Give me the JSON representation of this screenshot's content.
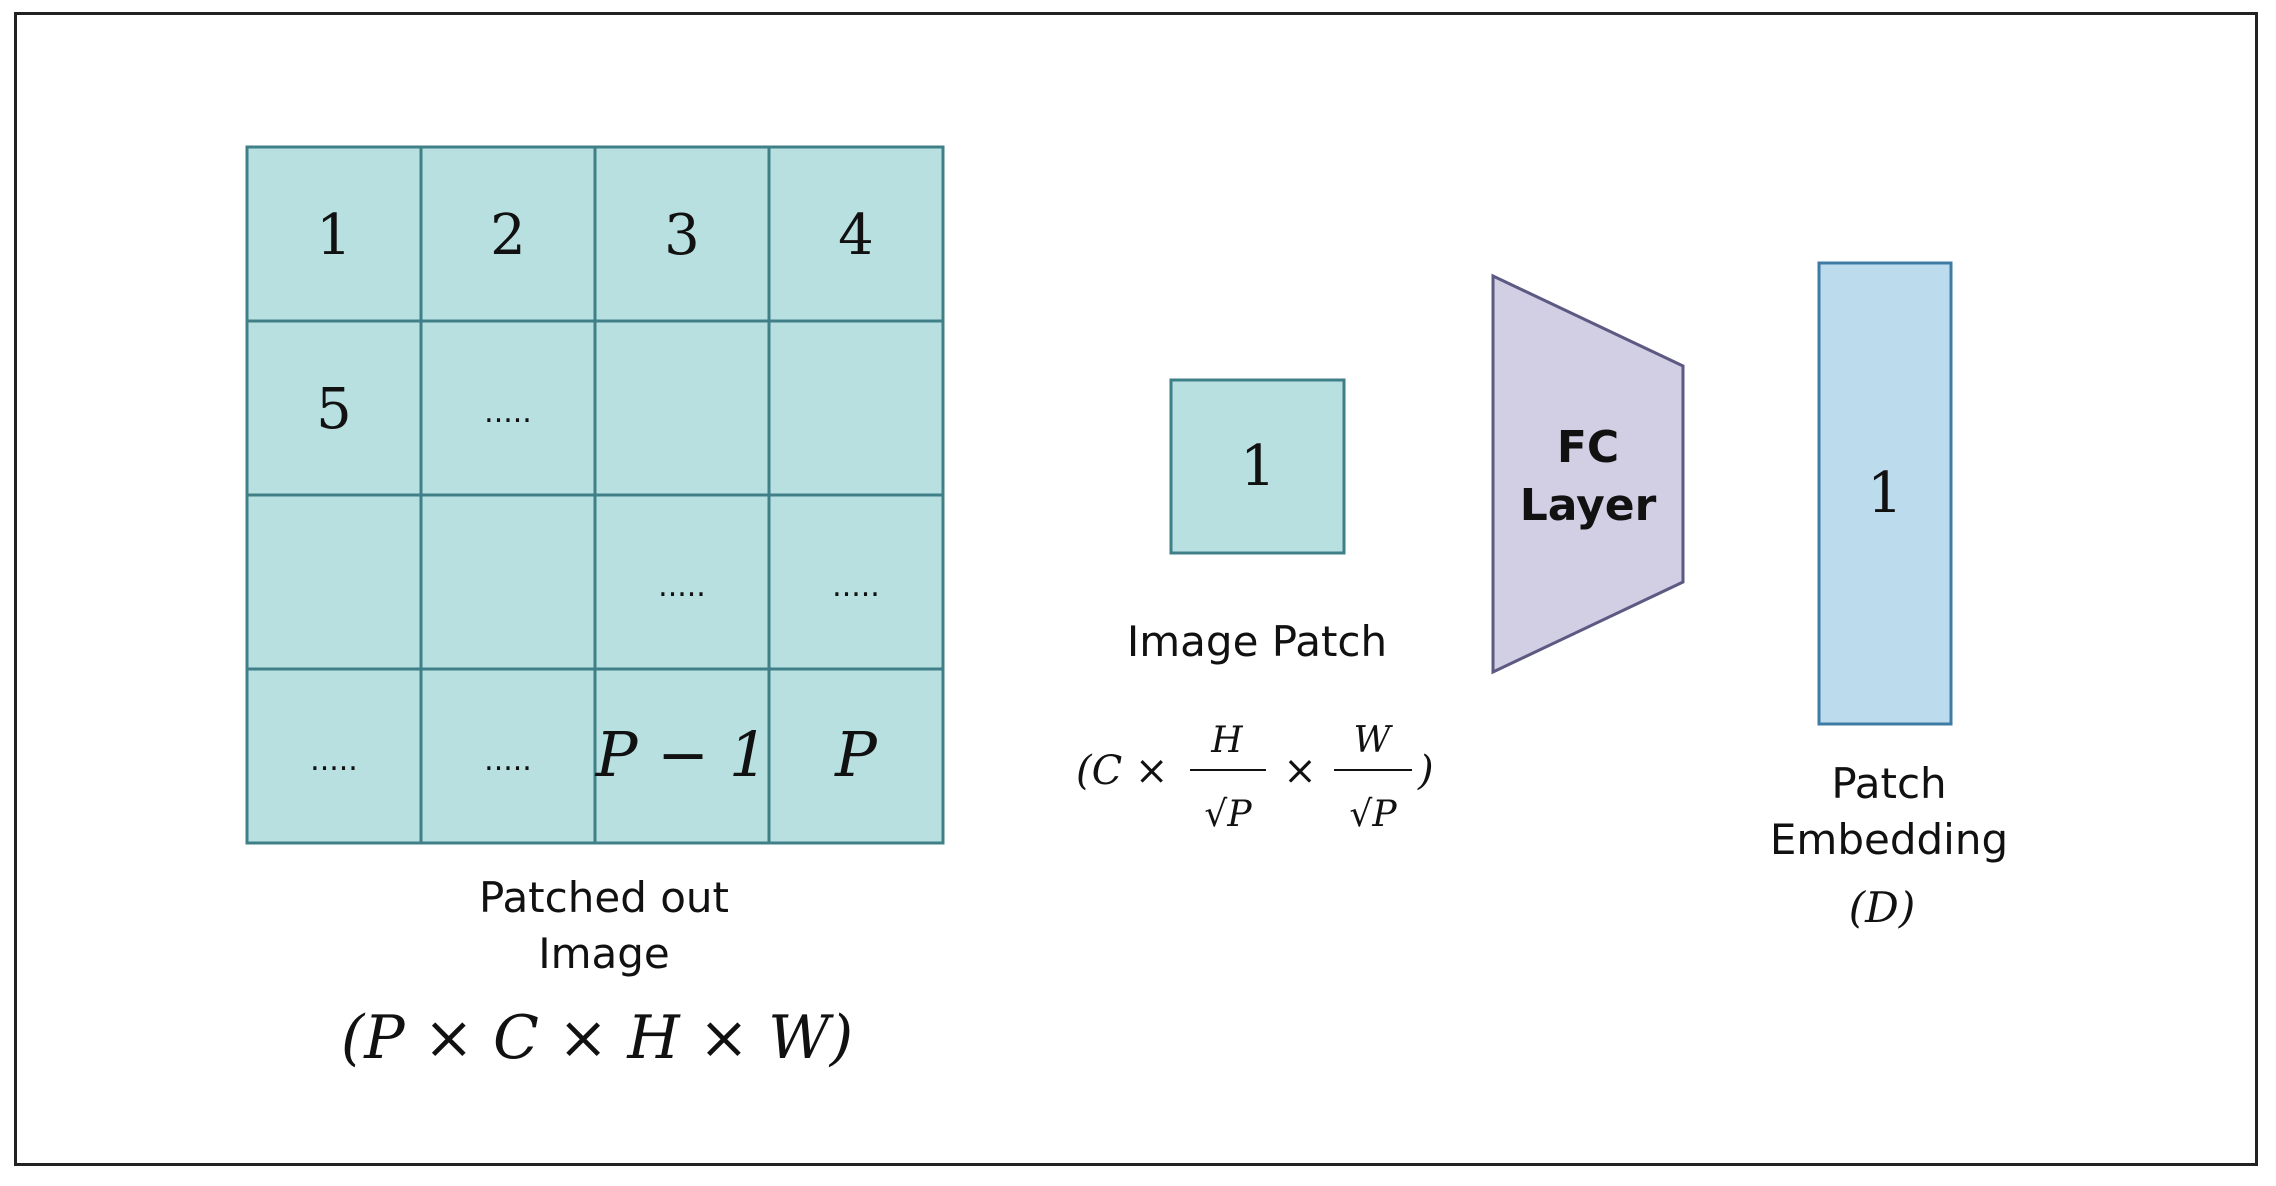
{
  "colors": {
    "patch_fill": "#b8e0e0",
    "patch_stroke": "#3f7f87",
    "fc_fill": "#d2cee3",
    "fc_stroke": "#5c5a83",
    "embed_fill": "#bcdcee",
    "embed_stroke": "#3e7ca5",
    "frame": "#222222"
  },
  "grid": {
    "cells": [
      [
        "1",
        "2",
        "3",
        "4"
      ],
      [
        "5",
        ".....",
        "",
        ""
      ],
      [
        "",
        "",
        ".....",
        "....."
      ],
      [
        ".....",
        ".....",
        "P − 1",
        "P"
      ]
    ],
    "label_line1": "Patched out",
    "label_line2": "Image",
    "dims": "(P × C × H × W)"
  },
  "image_patch": {
    "value": "1",
    "label": "Image Patch",
    "dims_prefix": "(C ×",
    "frac1_num": "H",
    "frac1_den": "√P",
    "times": "×",
    "frac2_num": "W",
    "frac2_den": "√P",
    "dims_suffix": ")"
  },
  "fc_layer": {
    "line1": "FC",
    "line2": "Layer"
  },
  "patch_embedding": {
    "value": "1",
    "label_line1": "Patch",
    "label_line2": "Embedding",
    "dims": "(D)"
  }
}
